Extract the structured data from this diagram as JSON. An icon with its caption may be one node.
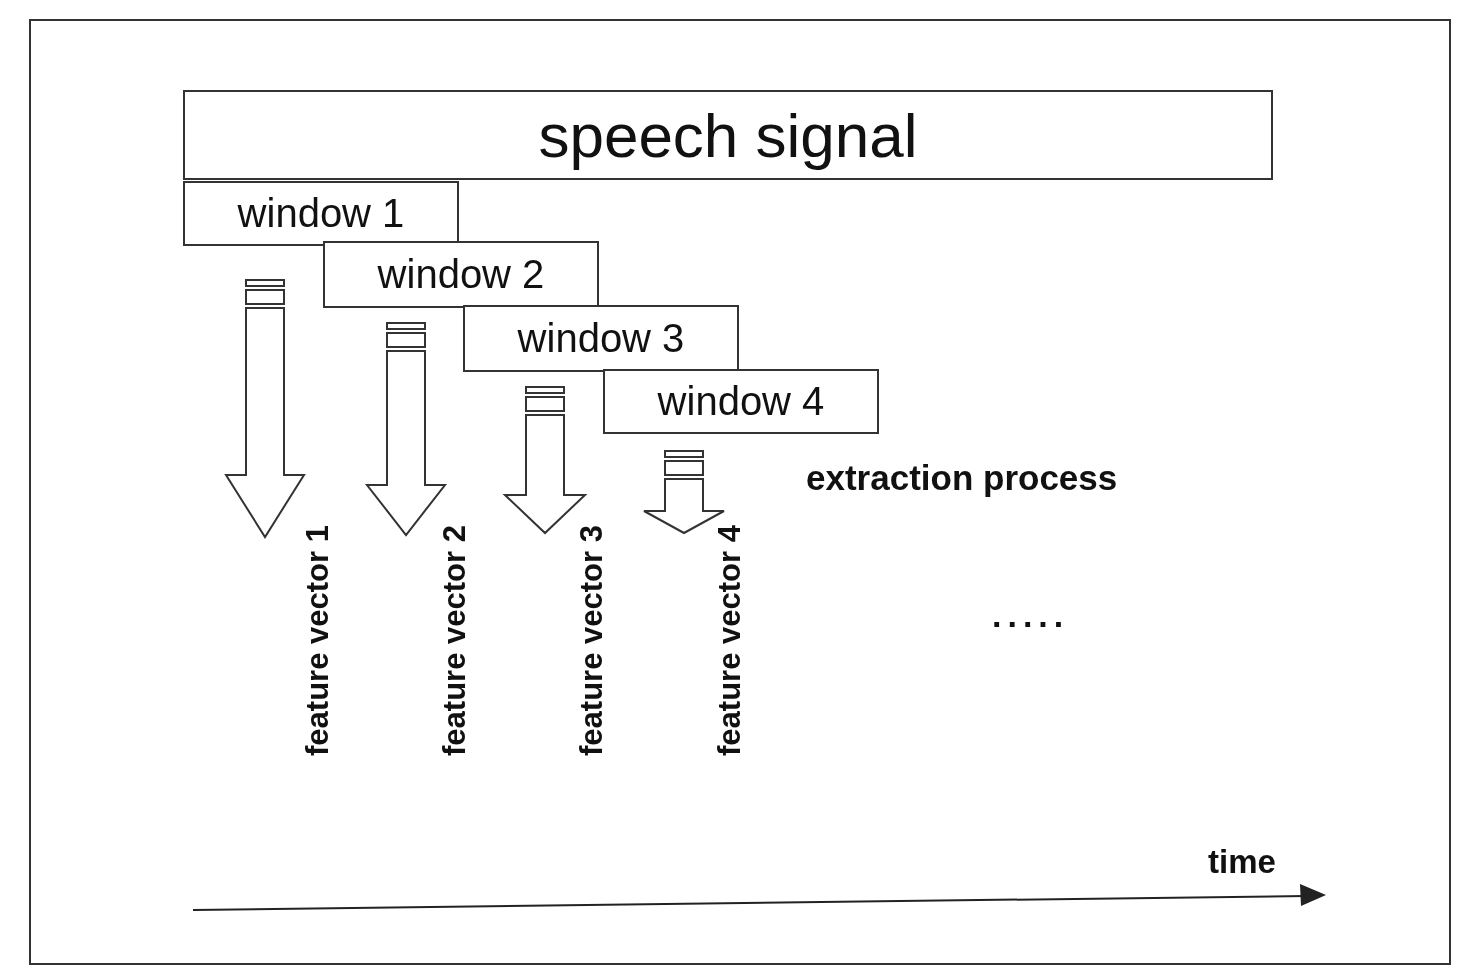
{
  "diagram": {
    "nodes": [
      {
        "text": [
          "speech signal"
        ]
      },
      {
        "text": [
          "window 1"
        ]
      },
      {
        "text": [
          "window 2"
        ]
      },
      {
        "text": [
          "window 3"
        ]
      },
      {
        "text": [
          "window 4"
        ]
      },
      {
        "text": [
          "feature vector 1"
        ]
      },
      {
        "text": [
          "feature vector 2"
        ]
      },
      {
        "text": [
          "feature vector 3"
        ]
      },
      {
        "text": [
          "feature vector 4"
        ]
      }
    ],
    "edges": [
      {
        "from": 1,
        "to": 5,
        "arrow": "to",
        "style": "thick"
      },
      {
        "from": 2,
        "to": 6,
        "arrow": "to",
        "style": "thick"
      },
      {
        "from": 3,
        "to": 7,
        "arrow": "to",
        "style": "thick"
      },
      {
        "from": 4,
        "to": 8,
        "arrow": "to",
        "style": "thick"
      }
    ],
    "labels": [
      "extraction process",
      ".....",
      "time"
    ]
  }
}
